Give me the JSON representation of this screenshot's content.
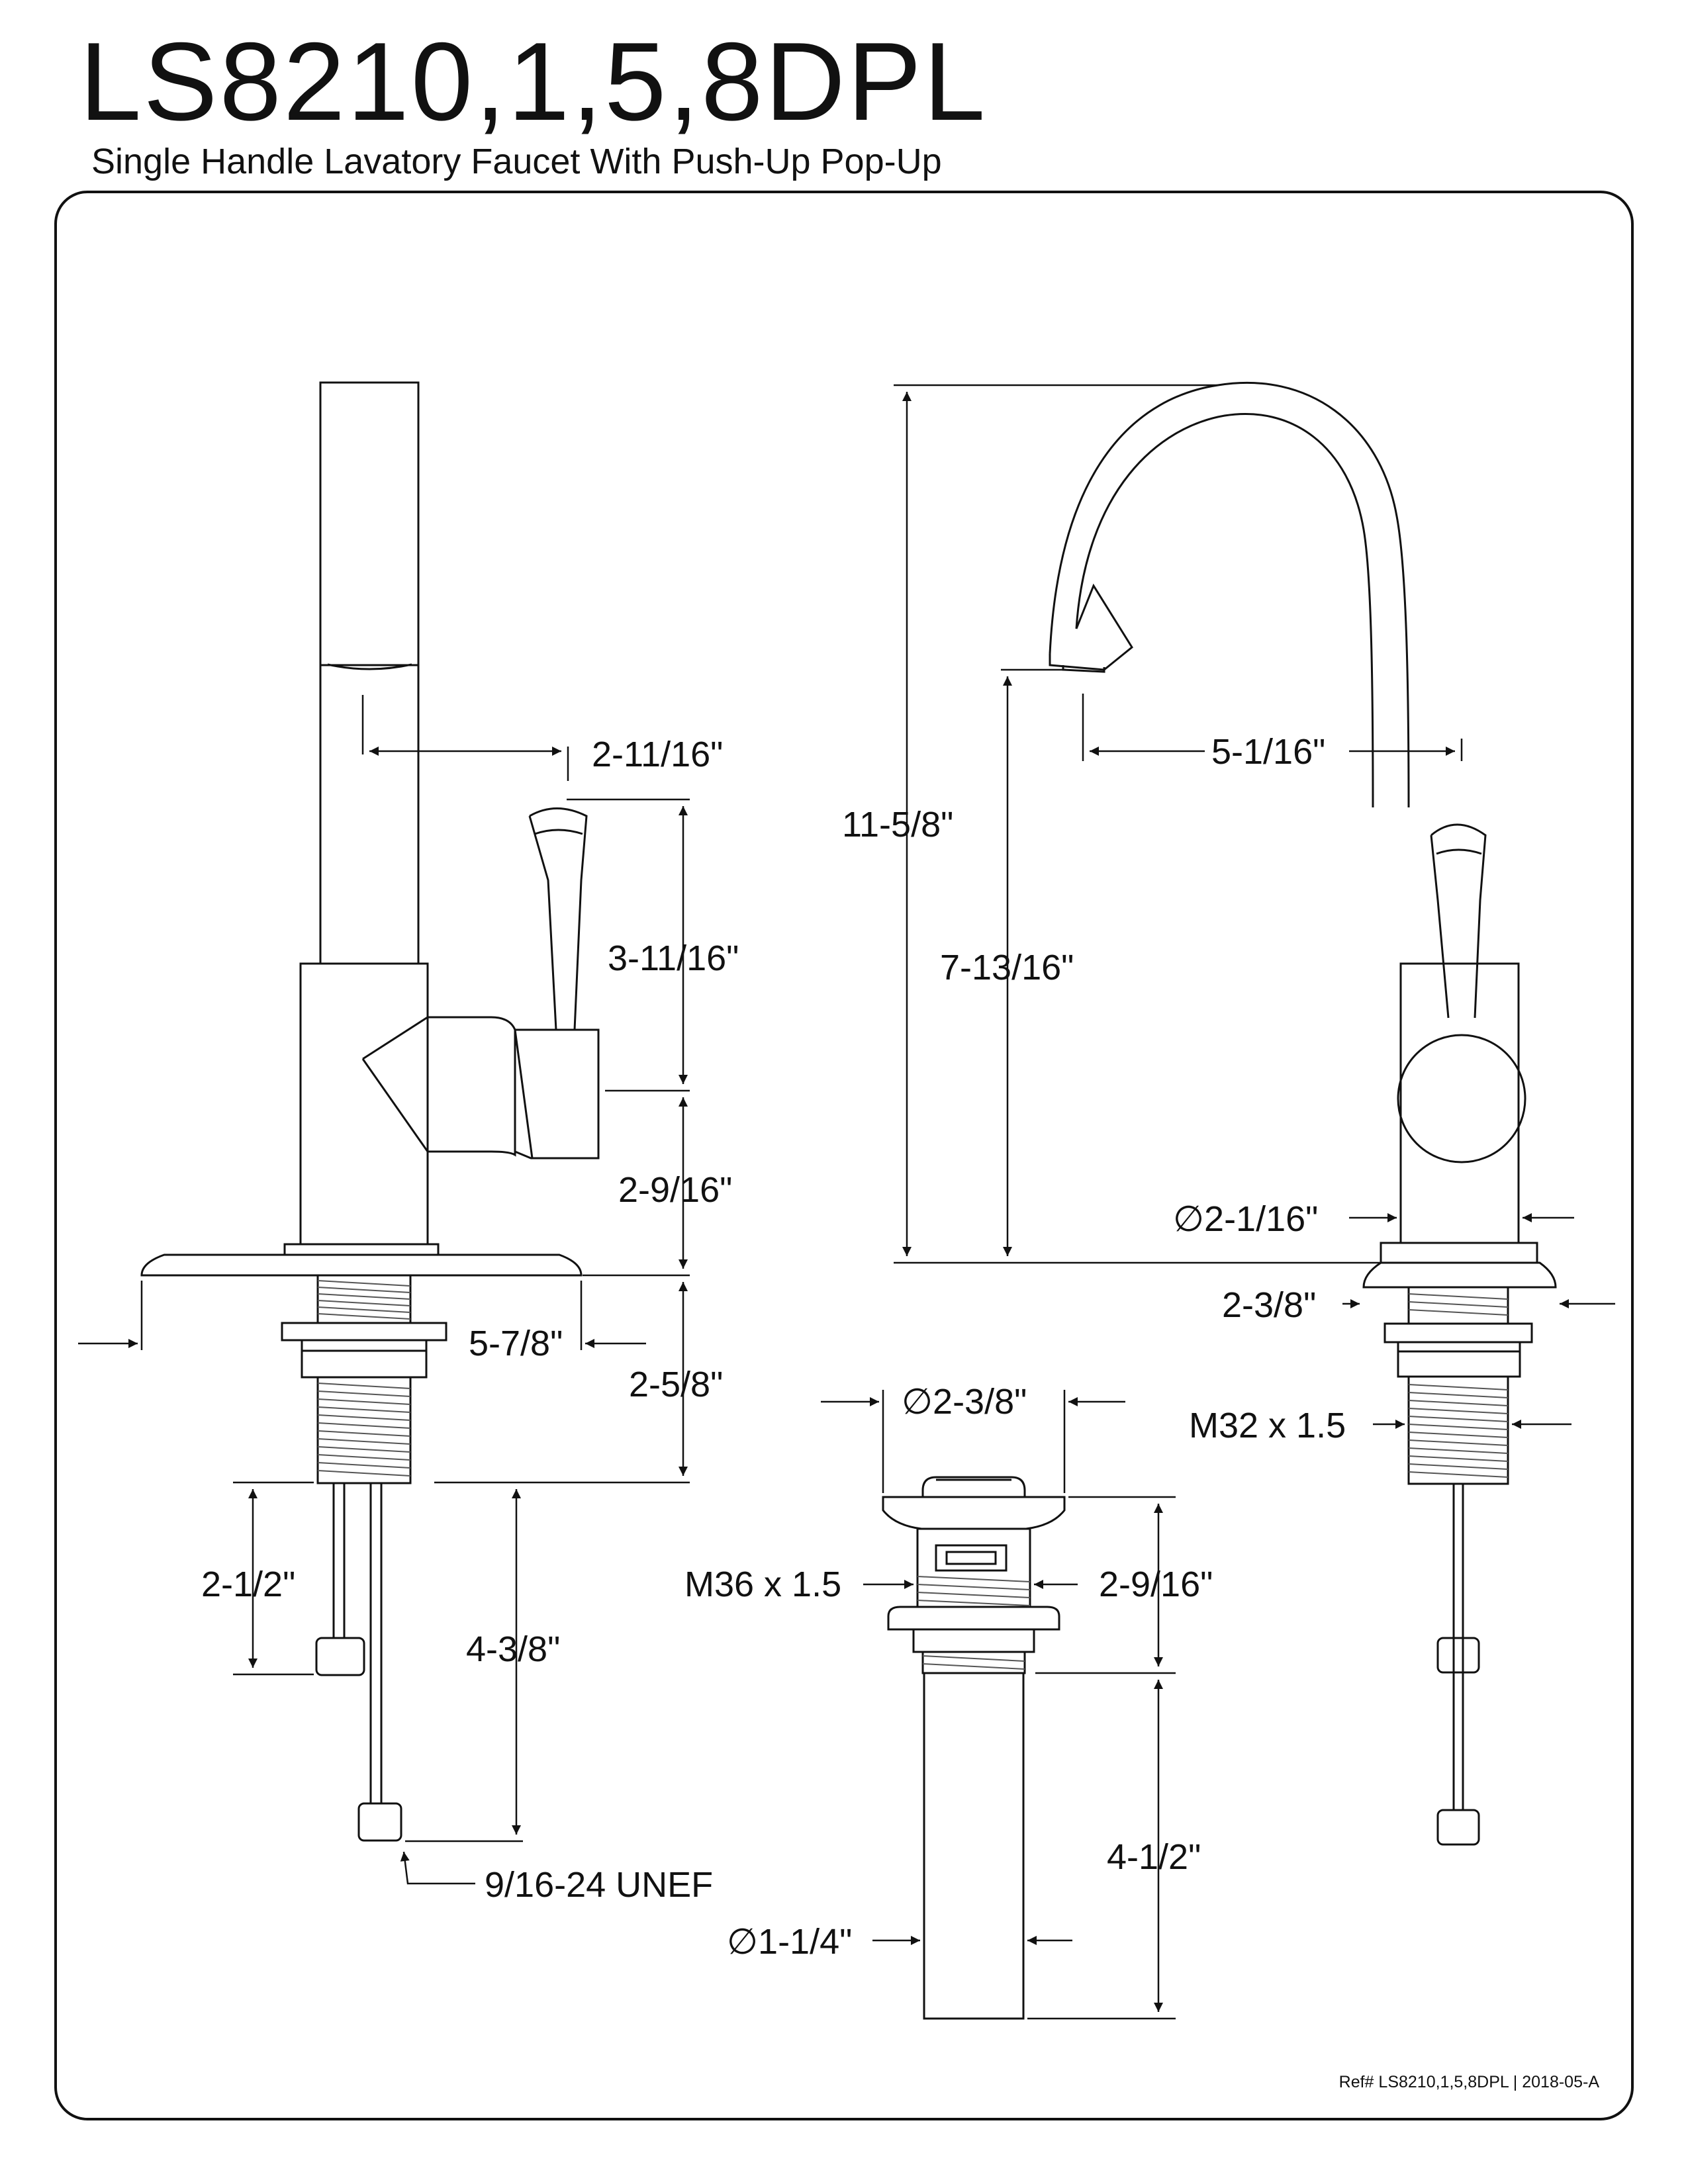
{
  "header": {
    "title": "LS8210,1,5,8DPL",
    "subtitle": "Single Handle Lavatory Faucet With Push-Up Pop-Up"
  },
  "footer": {
    "ref": "Ref# LS8210,1,5,8DPL | 2018-05-A"
  },
  "side_view": {
    "dim_spout_reach": "2-11/16\"",
    "dim_handle_height": "3-11/16\"",
    "dim_body_height": "2-9/16\"",
    "dim_base_plate": "5-7/8\"",
    "dim_shank_length": "2-5/8\"",
    "dim_supply_short": "2-1/2\"",
    "dim_supply_long": "4-3/8\"",
    "thread_connection": "9/16-24 UNEF"
  },
  "front_view": {
    "dim_total_height": "11-5/8\"",
    "dim_spout_height": "7-13/16\"",
    "dim_spout_reach": "5-1/16\"",
    "dim_body_diameter": "∅2-1/16\"",
    "dim_base_diameter": "2-3/8\"",
    "thread_shank": "M32 x 1.5"
  },
  "drain_view": {
    "dim_flange_diameter": "∅2-3/8\"",
    "thread_drain": "M36 x 1.5",
    "dim_drain_body": "2-9/16\"",
    "dim_tailpiece_length": "4-1/2\"",
    "dim_tailpiece_diameter": "∅1-1/4\""
  }
}
